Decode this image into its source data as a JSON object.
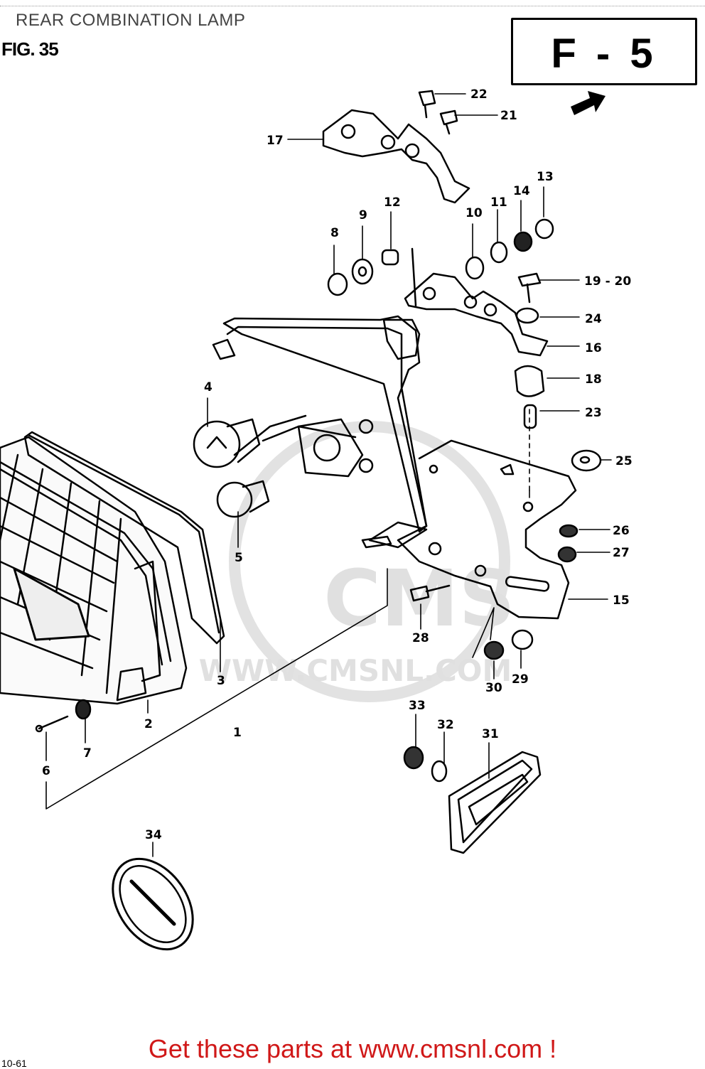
{
  "page": {
    "title": "REAR COMBINATION LAMP",
    "figure_label": "FIG. 35",
    "figure_code": "F - 5",
    "footer_cta": "Get these parts at www.cmsnl.com !",
    "corner_mark": "10-61"
  },
  "watermark": {
    "brand": "CMS",
    "url": "WWW.CMSNL.COM"
  },
  "colors": {
    "line": "#000000",
    "watermark": "#e0e0e0",
    "footer_cta": "#d01818",
    "title": "#444444"
  },
  "callouts": [
    "1",
    "2",
    "3",
    "4",
    "5",
    "6",
    "7",
    "8",
    "9",
    "10",
    "11",
    "12",
    "13",
    "14",
    "15",
    "16",
    "17",
    "18",
    "19 - 20",
    "21",
    "22",
    "23",
    "24",
    "25",
    "26",
    "27",
    "28",
    "29",
    "30",
    "31",
    "32",
    "33",
    "34"
  ],
  "icons": {
    "direction_arrow": "arrow-icon"
  }
}
